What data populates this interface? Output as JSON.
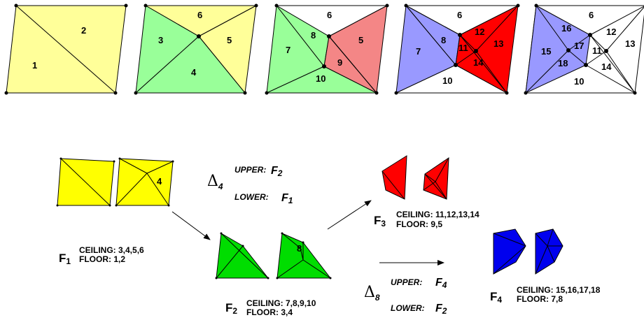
{
  "colors": {
    "yellow": "#ffff99",
    "yellow_bright": "#ffff00",
    "green_light": "#99ff99",
    "green_bright": "#00dd00",
    "salmon": "#f48686",
    "red": "#ff0000",
    "blue_light": "#9999ff",
    "blue": "#0000ee"
  },
  "top_panels": {
    "p1": {
      "labels": [
        "1",
        "2"
      ]
    },
    "p2": {
      "labels": [
        "3",
        "4",
        "5",
        "6"
      ]
    },
    "p3": {
      "labels": [
        "6",
        "7",
        "8",
        "5",
        "9",
        "10"
      ]
    },
    "p4": {
      "labels": [
        "6",
        "7",
        "8",
        "12",
        "11",
        "13",
        "14",
        "10"
      ]
    },
    "p5": {
      "labels": [
        "6",
        "16",
        "12",
        "15",
        "17",
        "11",
        "13",
        "18",
        "14",
        "10"
      ]
    }
  },
  "f1": {
    "name": "F",
    "sub": "1",
    "face_label": "4",
    "ceiling": "CEILING: 3,4,5,6",
    "floor": "FLOOR:   1,2"
  },
  "f2": {
    "name": "F",
    "sub": "2",
    "face_label": "8",
    "ceiling": "CEILING: 7,8,9,10",
    "floor": "FLOOR:   3,4"
  },
  "f3": {
    "name": "F",
    "sub": "3",
    "ceiling": "CEILING:  11,12,13,14",
    "floor": "FLOOR: 9,5"
  },
  "f4": {
    "name": "F",
    "sub": "4",
    "ceiling": "CEILING: 15,16,17,18",
    "floor": "FLOOR:  7,8"
  },
  "delta4": {
    "symbol": "Δ",
    "sub": "4",
    "upper_label": "UPPER:",
    "upper_f": "F",
    "upper_sub": "2",
    "lower_label": "LOWER:",
    "lower_f": "F",
    "lower_sub": "1"
  },
  "delta8": {
    "symbol": "Δ",
    "sub": "8",
    "upper_label": "UPPER:",
    "upper_f": "F",
    "upper_sub": "4",
    "lower_label": "LOWER:",
    "lower_f": "F",
    "lower_sub": "2"
  }
}
